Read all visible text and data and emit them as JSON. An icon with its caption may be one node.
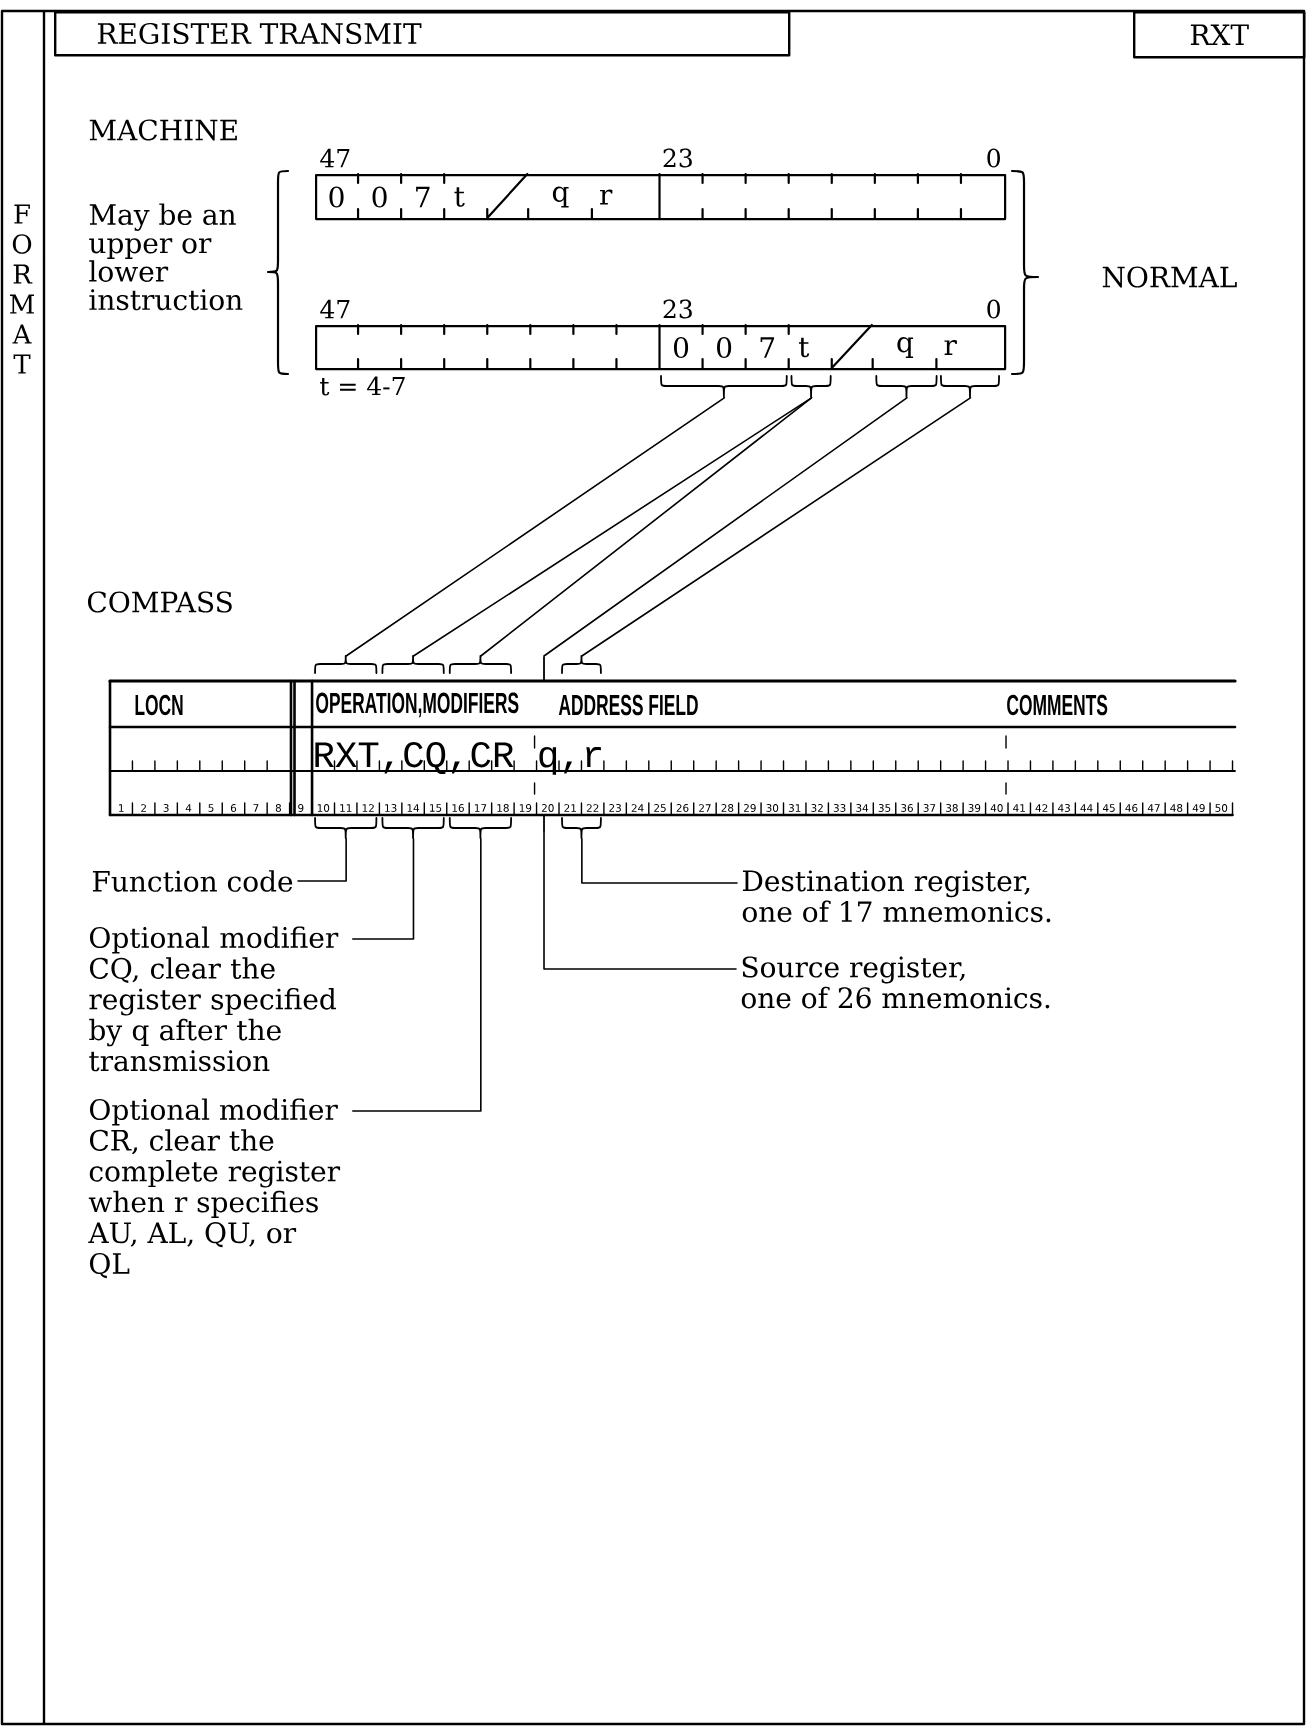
{
  "diagram": {
    "nodes": [
      {
        "text": [
          "REGISTER TRANSMIT"
        ]
      },
      {
        "text": [
          "RXT"
        ]
      },
      {
        "text": [
          "0",
          "0",
          "7",
          "t",
          "q",
          "r"
        ],
        "beside": [
          "47",
          "23",
          "0"
        ]
      },
      {
        "text": [
          "0",
          "0",
          "7",
          "t",
          "q",
          "r"
        ],
        "beside": [
          "47",
          "23",
          "0",
          "t = 4-7"
        ]
      },
      {
        "text": [],
        "shape": "brace"
      },
      {
        "text": [],
        "shape": "brace"
      },
      {
        "text": [],
        "shape": "brace"
      },
      {
        "text": [],
        "shape": "brace"
      },
      {
        "text": [
          "LOCN",
          "OPERATION,MODIFIERS",
          "ADDRESS FIELD",
          "COMMENTS",
          "RXT,CQ,CR",
          "q,r"
        ]
      },
      {
        "text": [],
        "shape": "brace"
      },
      {
        "text": [],
        "shape": "brace"
      },
      {
        "text": [],
        "shape": "brace"
      },
      {
        "text": [],
        "shape": "bar"
      },
      {
        "text": [],
        "shape": "brace"
      },
      {
        "text": [],
        "shape": "brace"
      },
      {
        "text": [],
        "shape": "brace"
      },
      {
        "text": [],
        "shape": "brace"
      },
      {
        "text": [],
        "shape": "bar"
      },
      {
        "text": [],
        "shape": "brace"
      },
      {
        "text": [
          "Function code"
        ]
      },
      {
        "text": [
          "Optional modifier CQ, clear the register specified by q after the transmission"
        ]
      },
      {
        "text": [
          "Optional modifier CR, clear the complete register when r specifies AU, AL, QU, or QL"
        ]
      },
      {
        "text": [
          "Destination register, one of 17 mnemonics."
        ]
      },
      {
        "text": [
          "Source register, one of 26 mnemonics."
        ]
      }
    ],
    "edges": [
      {
        "from": 4,
        "to": 9,
        "arrow": "none"
      },
      {
        "from": 5,
        "to": 10,
        "arrow": "none"
      },
      {
        "from": 5,
        "to": 11,
        "arrow": "none"
      },
      {
        "from": 6,
        "to": 12,
        "arrow": "none"
      },
      {
        "from": 7,
        "to": 13,
        "arrow": "none"
      },
      {
        "from": 19,
        "to": 14,
        "arrow": "none"
      },
      {
        "from": 20,
        "to": 15,
        "arrow": "none"
      },
      {
        "from": 21,
        "to": 16,
        "arrow": "none"
      },
      {
        "from": 22,
        "to": 18,
        "arrow": "none"
      },
      {
        "from": 23,
        "to": 17,
        "arrow": "none"
      }
    ],
    "labels": [
      "MACHINE",
      "FORMAT",
      "May be an upper or lower instruction",
      "NORMAL",
      "COMPASS",
      "1",
      "2",
      "3",
      "4",
      "5",
      "6",
      "7",
      "8",
      "9",
      "10",
      "11",
      "12",
      "13",
      "14",
      "15",
      "16",
      "17",
      "18",
      "19",
      "20",
      "21",
      "22",
      "23",
      "24",
      "25",
      "26",
      "27",
      "28",
      "29",
      "30",
      "31",
      "32",
      "33",
      "34",
      "35",
      "36",
      "37",
      "38",
      "39",
      "40",
      "41",
      "42",
      "43",
      "44",
      "45",
      "46",
      "47",
      "48",
      "49",
      "50"
    ]
  }
}
